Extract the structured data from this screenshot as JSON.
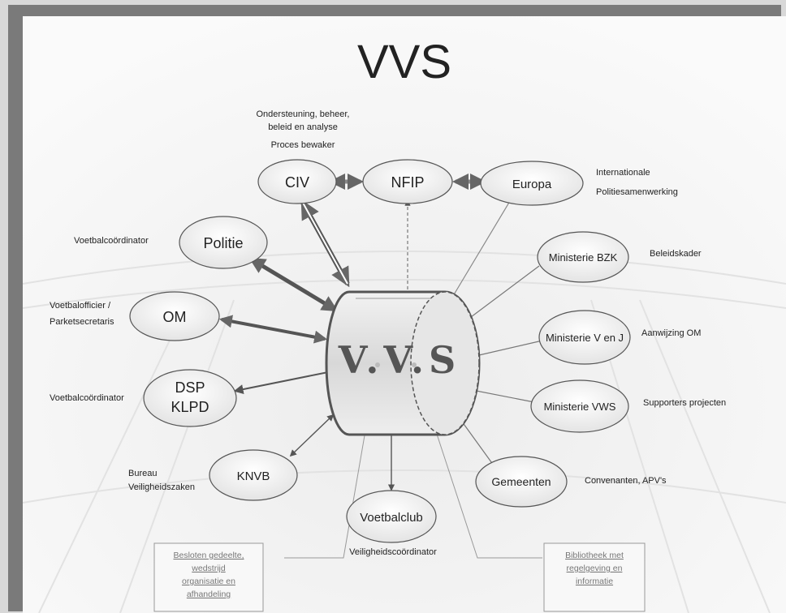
{
  "title": "VVS",
  "center": {
    "label": "V.V.S"
  },
  "nodes": {
    "civ": {
      "label": "CIV",
      "note_line1": "Ondersteuning, beheer,",
      "note_line2": "beleid en analyse",
      "note_line3": "Proces bewaker"
    },
    "nfip": {
      "label": "NFIP"
    },
    "europa": {
      "label": "Europa",
      "note_line1": "Internationale",
      "note_line2": "Politiesamenwerking"
    },
    "politie": {
      "label": "Politie",
      "note": "Voetbalcoördinator"
    },
    "om": {
      "label": "OM",
      "note_line1": "Voetbalofficier /",
      "note_line2": "Parketsecretaris"
    },
    "dsp": {
      "label_line1": "DSP",
      "label_line2": "KLPD",
      "note": "Voetbalcoördinator"
    },
    "knvb": {
      "label": "KNVB",
      "note_line1": "Bureau",
      "note_line2": "Veiligheidszaken"
    },
    "voetbalclub": {
      "label": "Voetbalclub",
      "note": "Veiligheidscoördinator"
    },
    "bzk": {
      "label": "Ministerie BZK",
      "note": "Beleidskader"
    },
    "venj": {
      "label": "Ministerie V en J",
      "note": "Aanwijzing OM"
    },
    "vws": {
      "label": "Ministerie VWS",
      "note": "Supporters projecten"
    },
    "gemeenten": {
      "label": "Gemeenten",
      "note": "Convenanten, APV's"
    }
  },
  "boxes": {
    "left": {
      "line1": "Besloten gedeelte,",
      "line2": "wedstrijd",
      "line3": "organisatie en",
      "line4": "afhandeling"
    },
    "right": {
      "line1": "Bibliotheek met",
      "line2": "regelgeving en",
      "line3": "informatie"
    }
  }
}
